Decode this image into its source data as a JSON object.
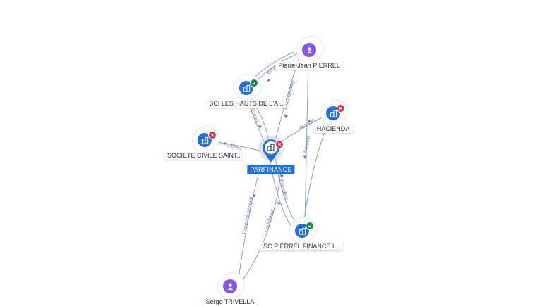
{
  "graph": {
    "center": {
      "label": "PARFINANCE",
      "icon": "building-icon",
      "status": "inactive"
    },
    "nodes": {
      "pierre_jean": {
        "label": "Pierre-Jean PIERREL",
        "kind": "person",
        "icon": "person-icon"
      },
      "sci_hauts": {
        "label": "SCI LES HAUTS DE L'A...",
        "kind": "company",
        "icon": "building-icon",
        "status": "active"
      },
      "hacienda": {
        "label": "HACIENDA",
        "kind": "company",
        "icon": "building-icon",
        "status": "inactive"
      },
      "societe_civile": {
        "label": "SOCIETE CIVILE SAINT...",
        "kind": "company",
        "icon": "building-icon",
        "status": "inactive"
      },
      "sc_pierrel": {
        "label": "SC PIERREL FINANCE I...",
        "kind": "company",
        "icon": "building-icon",
        "status": "active"
      },
      "serge": {
        "label": "Serge TRIVELLA",
        "kind": "person",
        "icon": "person-icon"
      }
    },
    "edge_labels": {
      "pj_sci": "Associé",
      "sci_center_a": "Gérant",
      "sci_center_b": "Gérant",
      "pj_center": "Représentant",
      "center_hacienda": "Associé",
      "pj_hacienda": "Associé",
      "center_societe": "Gérant",
      "center_sc": "Président",
      "serge_center": "Directeur général",
      "serge_center_b": "Liquidateur"
    },
    "colors": {
      "company": "#1f6fe0",
      "person": "#8a56e8",
      "active_badge": "#168a4a",
      "inactive_badge": "#d9304f",
      "edge": "#8ea0c8",
      "edge_label": "#6b7bb0"
    }
  }
}
